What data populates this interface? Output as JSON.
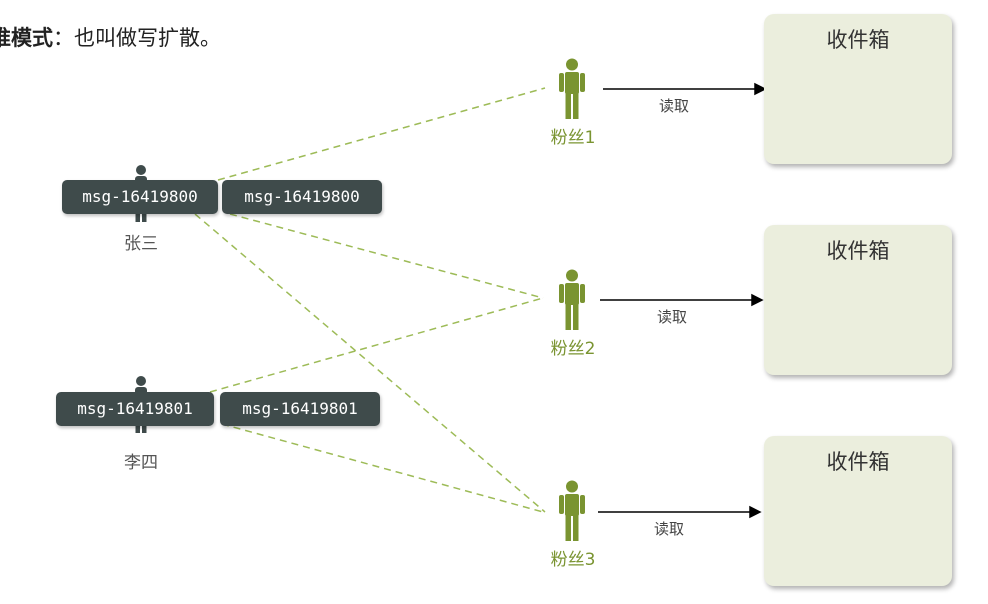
{
  "title": {
    "bold": "推模式",
    "rest": "：也叫做写扩散。"
  },
  "publishers": [
    {
      "name": "张三",
      "messages": [
        "msg-16419800",
        "msg-16419800"
      ]
    },
    {
      "name": "李四",
      "messages": [
        "msg-16419801",
        "msg-16419801"
      ]
    }
  ],
  "fans": [
    {
      "label": "粉丝1",
      "action": "读取",
      "inbox": "收件箱"
    },
    {
      "label": "粉丝2",
      "action": "读取",
      "inbox": "收件箱"
    },
    {
      "label": "粉丝3",
      "action": "读取",
      "inbox": "收件箱"
    }
  ],
  "colors": {
    "fan": "#7a9431",
    "dashed_line": "#9dbb57",
    "message_box": "#3f4b4b",
    "inbox": "#ebeedd"
  },
  "icons": {
    "publisher": "person-icon",
    "fan": "person-icon"
  }
}
